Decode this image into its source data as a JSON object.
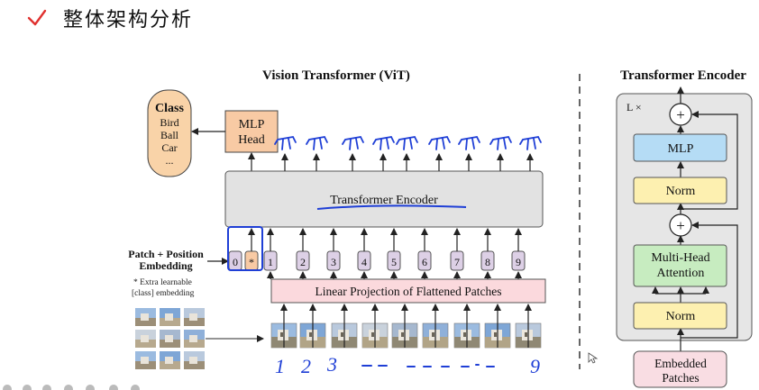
{
  "slide": {
    "title": "整体架构分析"
  },
  "vit": {
    "title": "Vision Transformer (ViT)",
    "class_box": {
      "heading": "Class",
      "items": [
        "Bird",
        "Ball",
        "Car",
        "..."
      ]
    },
    "mlp_head": {
      "line1": "MLP",
      "line2": "Head"
    },
    "encoder_label": "Transformer Encoder",
    "embedding_label": {
      "line1": "Patch + Position",
      "line2": "Embedding"
    },
    "extra_note": {
      "line1": "* Extra learnable",
      "line2": "[class] embedding"
    },
    "tokens": [
      "0",
      "*",
      "1",
      "2",
      "3",
      "4",
      "5",
      "6",
      "7",
      "8",
      "9"
    ],
    "projection_label": "Linear Projection of Flattened Patches",
    "handwritten_numbers": [
      "1",
      "2",
      "3",
      "9"
    ]
  },
  "encoder": {
    "title": "Transformer Encoder",
    "repeat": "L ×",
    "plus": "+",
    "mlp": "MLP",
    "norm": "Norm",
    "attention": {
      "line1": "Multi-Head",
      "line2": "Attention"
    },
    "embedded": {
      "line1": "Embedded",
      "line2": "Patches"
    }
  },
  "colors": {
    "class_fill": "#f9d3a8",
    "mlp_head_fill": "#f8caa4",
    "encoder_fill": "#e2e2e2",
    "token_fill": "#ddd0e6",
    "projection_fill": "#fbd9dd",
    "mlp_fill": "#b5dcf5",
    "norm_fill": "#fdf0b0",
    "attention_fill": "#c7ecc0",
    "embedded_fill": "#f9dde3",
    "ink": "#1f3fd6",
    "check": "#e0312f"
  }
}
